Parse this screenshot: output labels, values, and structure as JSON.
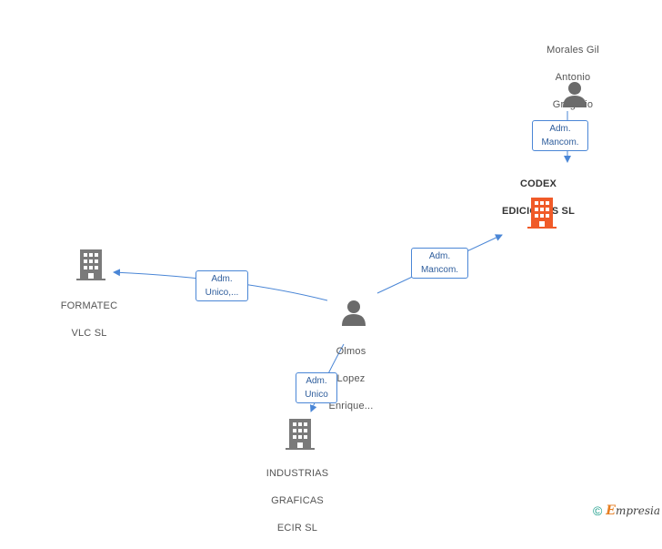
{
  "colors": {
    "edge": "#4a86d6",
    "person": "#6b6b6b",
    "company": "#7a7a7a",
    "focus_company": "#f05a28"
  },
  "nodes": {
    "morales": {
      "lines": [
        "Morales Gil",
        "Antonio",
        "Gregorio"
      ],
      "icon": "person-icon"
    },
    "codex": {
      "lines": [
        "CODEX",
        "EDICIONES SL"
      ],
      "icon": "building-icon"
    },
    "formatec": {
      "lines": [
        "FORMATEC",
        "VLC SL"
      ],
      "icon": "building-icon"
    },
    "olmos": {
      "lines": [
        "Olmos",
        "Lopez",
        "Enrique..."
      ],
      "icon": "person-icon"
    },
    "industrias": {
      "lines": [
        "INDUSTRIAS",
        "GRAFICAS",
        "ECIR SL"
      ],
      "icon": "building-icon"
    }
  },
  "edges": {
    "morales_codex": [
      "Adm.",
      "Mancom."
    ],
    "olmos_codex": [
      "Adm.",
      "Mancom."
    ],
    "olmos_formatec": [
      "Adm.",
      "Unico,..."
    ],
    "olmos_industrias": [
      "Adm.",
      "Unico"
    ]
  },
  "brand": {
    "symbol": "©",
    "e": "E",
    "rest": "mpresia"
  }
}
